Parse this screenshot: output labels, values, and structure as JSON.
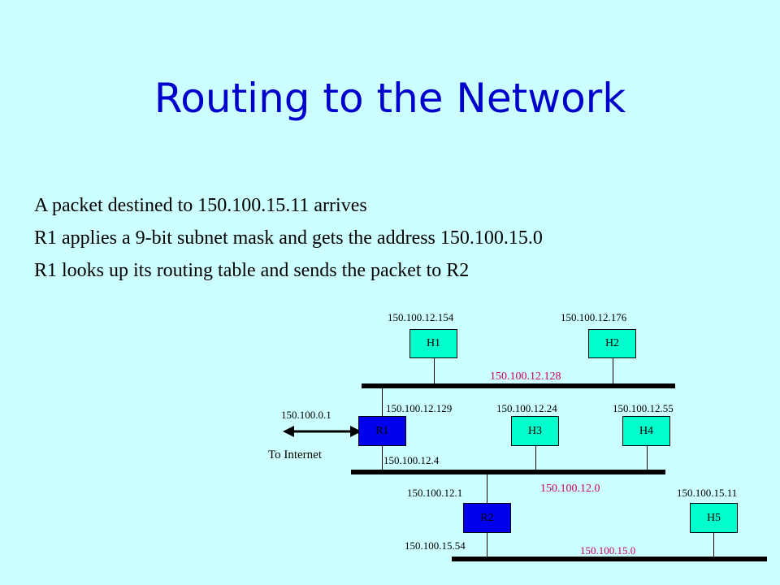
{
  "slide": {
    "title": "Routing to the Network",
    "lines": [
      "A packet destined to 150.100.15.11 arrives",
      "R1 applies a 9-bit subnet mask and gets the address 150.100.15.0",
      "R1 looks up its routing table and sends the packet to R2"
    ]
  },
  "diagram": {
    "nodes": {
      "h1": "H1",
      "h2": "H2",
      "h3": "H3",
      "h4": "H4",
      "h5": "H5",
      "r1": "R1",
      "r2": "R2"
    },
    "addresses": {
      "h1": "150.100.12.154",
      "h2": "150.100.12.176",
      "r1_upper": "150.100.12.129",
      "h3": "150.100.12.24",
      "h4": "150.100.12.55",
      "r1_lower": "150.100.12.4",
      "r1_internet": "150.100.0.1",
      "r2_upper": "150.100.12.1",
      "h5": "150.100.15.11",
      "r2_lower": "150.100.15.54"
    },
    "networks": {
      "upper": "150.100.12.128",
      "middle": "150.100.12.0",
      "lower": "150.100.15.0"
    },
    "internet_label": "To Internet",
    "colors": {
      "node": "#00ffcc",
      "router": "#0000ee",
      "network_label": "#cc0066",
      "title": "#0000cc",
      "background": "#ccffff"
    }
  }
}
